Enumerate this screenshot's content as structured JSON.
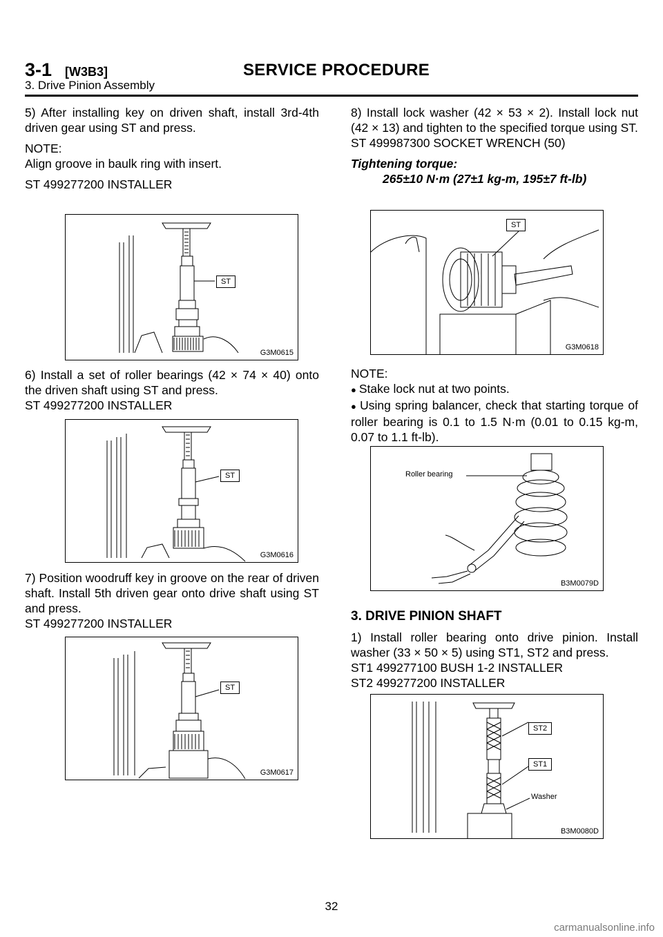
{
  "header": {
    "section": "3-1",
    "code": "[W3B3]",
    "title": "SERVICE PROCEDURE",
    "subtitle": "3. Drive Pinion Assembly"
  },
  "left": {
    "step5": "5) After installing key on driven shaft, install 3rd-4th driven gear using ST and press.",
    "note_label": "NOTE:",
    "note_text": "Align groove in baulk ring with insert.",
    "st5": "ST   499277200   INSTALLER",
    "fig1": {
      "label": "ST",
      "id": "G3M0615"
    },
    "step6": "6) Install a set of roller bearings (42 × 74 × 40) onto the driven shaft using ST and press.",
    "st6": "ST   499277200   INSTALLER",
    "fig2": {
      "label": "ST",
      "id": "G3M0616"
    },
    "step7": "7) Position woodruff key in groove on the rear of driven shaft. Install 5th driven gear onto drive shaft using ST and press.",
    "st7": "ST   499277200   INSTALLER",
    "fig3": {
      "label": "ST",
      "id": "G3M0617"
    }
  },
  "right": {
    "step8": "8) Install lock washer (42 × 53 × 2). Install lock nut (42 × 13) and tighten to the specified torque using ST.",
    "st8": "ST   499987300   SOCKET WRENCH (50)",
    "torque_label": "Tightening torque:",
    "torque_value": "265±10 N·m (27±1 kg-m, 195±7 ft-lb)",
    "fig4": {
      "label": "ST",
      "id": "G3M0618"
    },
    "note_label": "NOTE:",
    "bullet1": "Stake lock nut at two points.",
    "bullet2": "Using spring balancer, check that starting torque of roller bearing is 0.1 to 1.5 N·m (0.01 to 0.15 kg-m, 0.07 to 1.1 ft-lb).",
    "fig5": {
      "label": "Roller bearing",
      "id": "B3M0079D"
    },
    "section_heading": "3. DRIVE PINION SHAFT",
    "step1": "1) Install roller bearing onto drive pinion. Install washer (33 × 50 × 5) using ST1, ST2 and press.",
    "st1": "ST1   499277100   BUSH 1-2 INSTALLER",
    "st2": "ST2   499277200   INSTALLER",
    "fig6": {
      "label_st2": "ST2",
      "label_st1": "ST1",
      "label_washer": "Washer",
      "id": "B3M0080D"
    }
  },
  "footer": {
    "page_number": "32",
    "watermark": "carmanualsonline.info"
  }
}
